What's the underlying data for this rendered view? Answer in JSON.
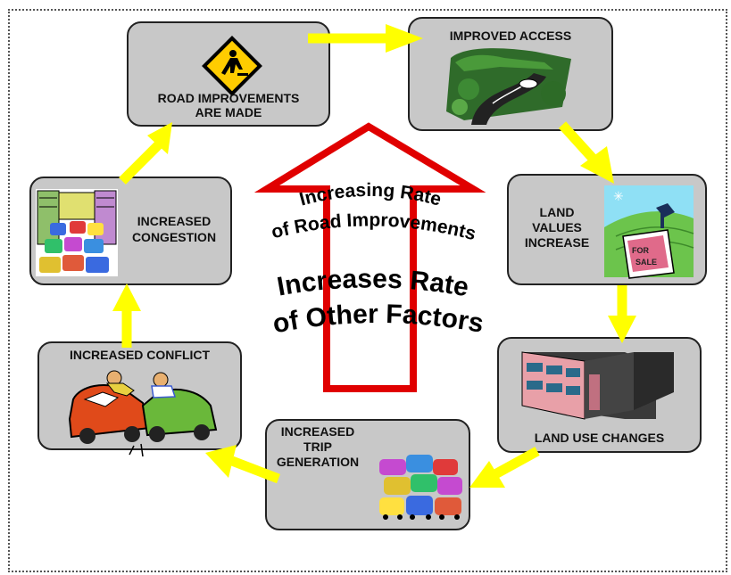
{
  "diagram": {
    "nodes": {
      "road_improvements": {
        "line1": "ROAD IMPROVEMENTS",
        "line2": "ARE MADE"
      },
      "improved_access": {
        "label": "IMPROVED ACCESS"
      },
      "land_values": {
        "line1": "LAND",
        "line2": "VALUES",
        "line3": "INCREASE"
      },
      "land_use": {
        "label": "LAND USE CHANGES"
      },
      "trip_generation": {
        "line1": "INCREASED",
        "line2": "TRIP",
        "line3": "GENERATION"
      },
      "conflict": {
        "label": "INCREASED CONFLICT"
      },
      "congestion": {
        "line1": "INCREASED",
        "line2": "CONGESTION"
      }
    },
    "center": {
      "arc_line1": "Increasing Rate",
      "arc_line2": "of Road Improvements",
      "arc_line3": "Increases Rate",
      "arc_line4": "of Other Factors"
    },
    "sign_text": "FOR SALE",
    "colors": {
      "box_fill": "#c8c8c8",
      "flow_arrow": "#ffff00",
      "center_arrow": "#e00000"
    }
  }
}
